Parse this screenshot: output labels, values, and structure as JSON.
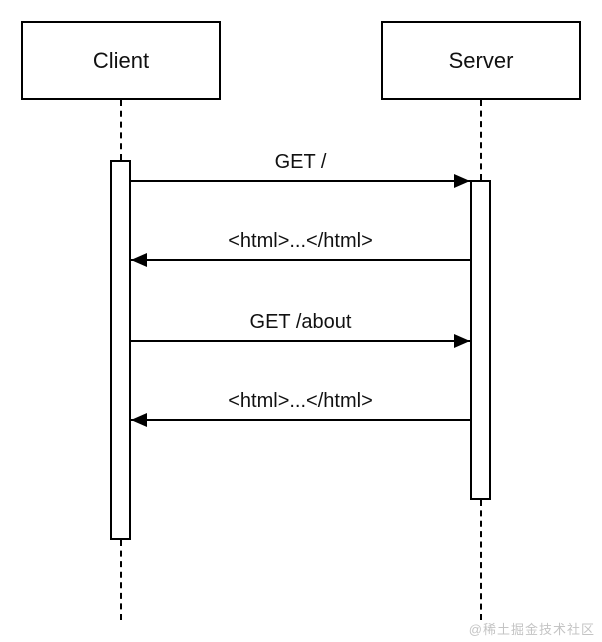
{
  "diagram": {
    "type": "sequence",
    "actors": [
      {
        "name": "Client"
      },
      {
        "name": "Server"
      }
    ],
    "messages": [
      {
        "label": "GET /",
        "from": "Client",
        "to": "Server",
        "direction": "right"
      },
      {
        "label": "<html>...</html>",
        "from": "Server",
        "to": "Client",
        "direction": "left"
      },
      {
        "label": "GET /about",
        "from": "Client",
        "to": "Server",
        "direction": "right"
      },
      {
        "label": "<html>...</html>",
        "from": "Server",
        "to": "Client",
        "direction": "left"
      }
    ],
    "colors": {
      "line": "#000000",
      "background": "#ffffff",
      "text": "#111111"
    }
  },
  "watermark": {
    "text": "@稀土掘金技术社区",
    "color": "#c4c4c4"
  }
}
